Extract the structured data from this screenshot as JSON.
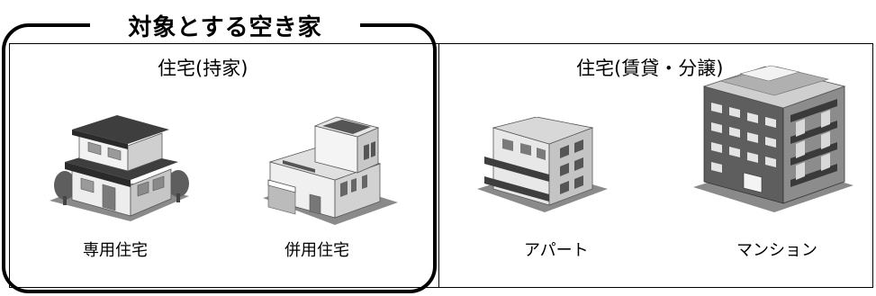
{
  "title": "対象とする空き家",
  "sections": {
    "owned": {
      "label": "住宅(持家)"
    },
    "rental": {
      "label": "住宅(賃貸・分譲)"
    }
  },
  "items": [
    {
      "label": "専用住宅"
    },
    {
      "label": "併用住宅"
    },
    {
      "label": "アパート"
    },
    {
      "label": "マンション"
    }
  ]
}
